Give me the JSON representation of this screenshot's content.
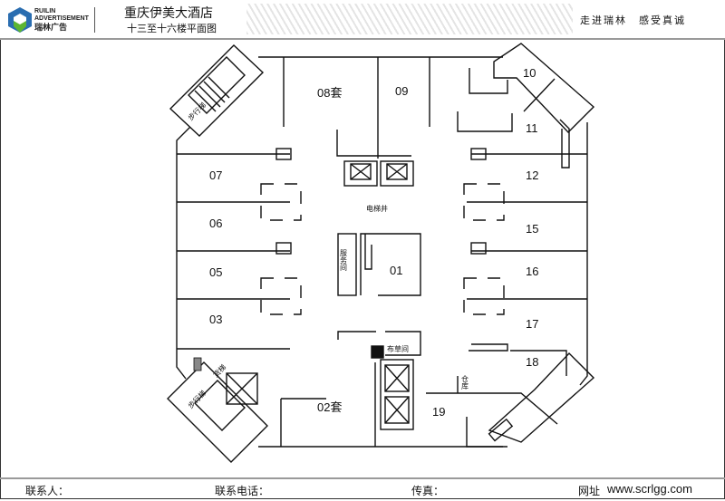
{
  "header": {
    "logo_text_en1": "RUILIN",
    "logo_text_en2": "ADVERTISEMENT",
    "logo_text_cn": "瑞林广告",
    "title": "重庆伊美大酒店",
    "subtitle": "十三至十六楼平面图",
    "slogan": "走进瑞林　感受真诚"
  },
  "plan": {
    "rooms": [
      "08套",
      "09",
      "10",
      "11",
      "12",
      "07",
      "06",
      "15",
      "05",
      "16",
      "01",
      "03",
      "17",
      "18",
      "02套",
      "19"
    ],
    "elevator_shaft": "电梯井",
    "service_room": "服务间",
    "linen_room": "布草间",
    "storage": "仓库",
    "stairs": "步行梯",
    "freight_elevator": "货梯"
  },
  "footer": {
    "contact": "联系人：",
    "phone": "联系电话：",
    "fax": "传真：",
    "website_label": "网址",
    "website": "www.scrlgg.com"
  }
}
